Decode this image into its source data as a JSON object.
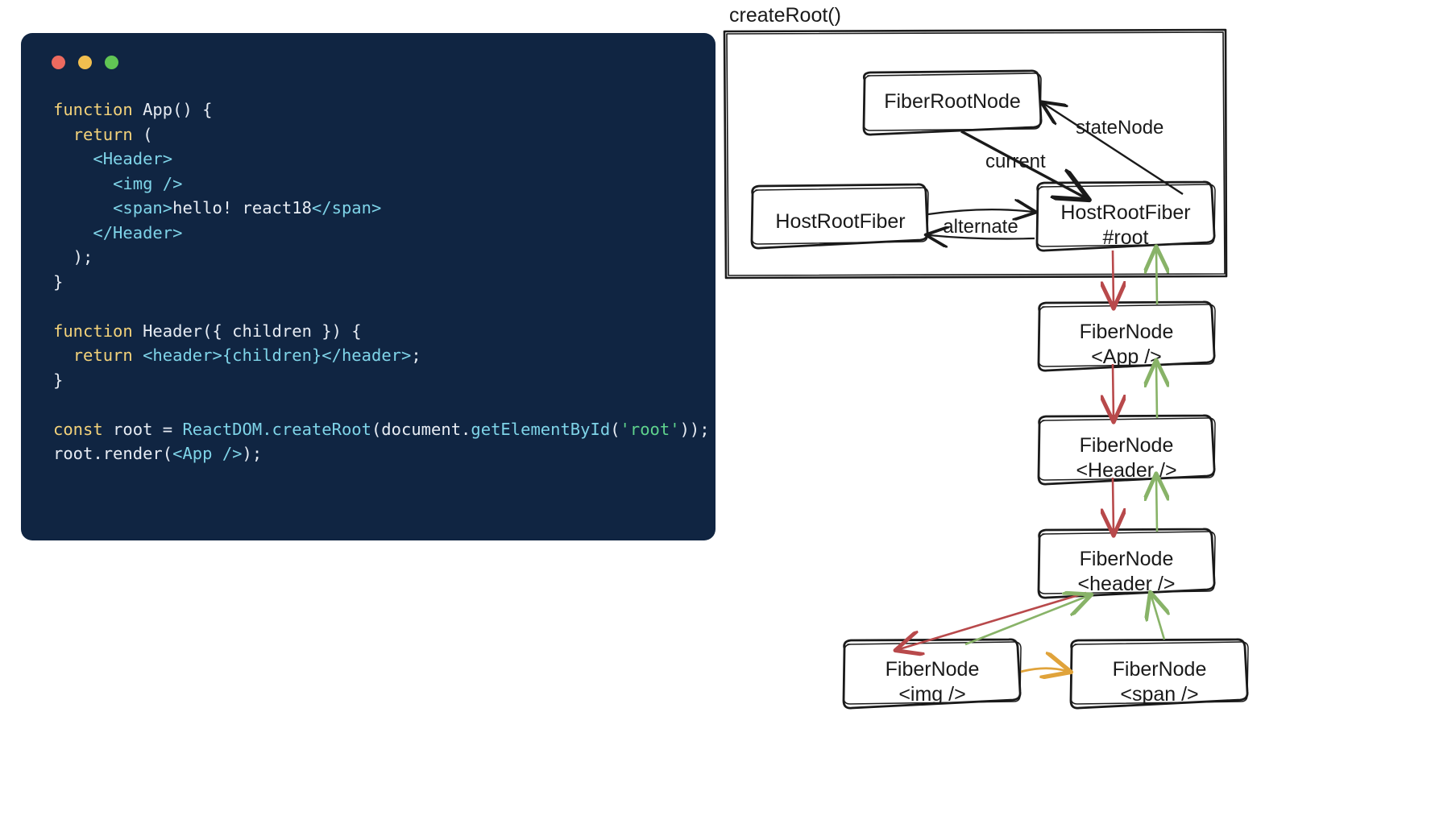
{
  "code_panel": {
    "window_dots": [
      "close-dot",
      "minimize-dot",
      "maximize-dot"
    ],
    "language": "jsx",
    "lines": [
      [
        {
          "t": "function",
          "c": "kw"
        },
        {
          "t": " App() {",
          "c": "plain"
        }
      ],
      [
        {
          "t": "  ",
          "c": "plain"
        },
        {
          "t": "return",
          "c": "kw"
        },
        {
          "t": " (",
          "c": "plain"
        }
      ],
      [
        {
          "t": "    ",
          "c": "plain"
        },
        {
          "t": "<Header>",
          "c": "tag"
        }
      ],
      [
        {
          "t": "      ",
          "c": "plain"
        },
        {
          "t": "<img />",
          "c": "tag"
        }
      ],
      [
        {
          "t": "      ",
          "c": "plain"
        },
        {
          "t": "<span>",
          "c": "tag"
        },
        {
          "t": "hello! react18",
          "c": "plain"
        },
        {
          "t": "</span>",
          "c": "tag"
        }
      ],
      [
        {
          "t": "    ",
          "c": "plain"
        },
        {
          "t": "</Header>",
          "c": "tag"
        }
      ],
      [
        {
          "t": "  );",
          "c": "plain"
        }
      ],
      [
        {
          "t": "}",
          "c": "plain"
        }
      ],
      [],
      [
        {
          "t": "function",
          "c": "kw"
        },
        {
          "t": " Header({ children }) {",
          "c": "plain"
        }
      ],
      [
        {
          "t": "  ",
          "c": "plain"
        },
        {
          "t": "return",
          "c": "kw"
        },
        {
          "t": " ",
          "c": "plain"
        },
        {
          "t": "<header>",
          "c": "tag"
        },
        {
          "t": "{children}",
          "c": "tag"
        },
        {
          "t": "</header>",
          "c": "tag"
        },
        {
          "t": ";",
          "c": "plain"
        }
      ],
      [
        {
          "t": "}",
          "c": "plain"
        }
      ],
      [],
      [
        {
          "t": "const",
          "c": "kw"
        },
        {
          "t": " root = ",
          "c": "plain"
        },
        {
          "t": "ReactDOM.createRoot",
          "c": "fn"
        },
        {
          "t": "(document.",
          "c": "plain"
        },
        {
          "t": "getElementById",
          "c": "fn"
        },
        {
          "t": "(",
          "c": "plain"
        },
        {
          "t": "'root'",
          "c": "str"
        },
        {
          "t": "));",
          "c": "plain"
        }
      ],
      [
        {
          "t": "root.",
          "c": "plain"
        },
        {
          "t": "render",
          "c": "plain"
        },
        {
          "t": "(",
          "c": "plain"
        },
        {
          "t": "<App />",
          "c": "tag"
        },
        {
          "t": ");",
          "c": "plain"
        }
      ]
    ]
  },
  "diagram": {
    "group_label": "createRoot()",
    "nodes": {
      "fiber_root_node": "FiberRootNode",
      "host_root_fiber_alt": "HostRootFiber",
      "host_root_fiber_line1": "HostRootFiber",
      "host_root_fiber_line2": "#root",
      "app_line1": "FiberNode",
      "app_line2": "<App />",
      "header_comp_line1": "FiberNode",
      "header_comp_line2": "<Header />",
      "header_host_line1": "FiberNode",
      "header_host_line2": "<header />",
      "img_line1": "FiberNode",
      "img_line2": "<img />",
      "span_line1": "FiberNode",
      "span_line2": "<span />"
    },
    "edges": {
      "state_node": "stateNode",
      "current": "current",
      "alternate": "alternate"
    },
    "colors": {
      "stroke": "#1a1a1a",
      "child_arrow": "#b8494b",
      "return_arrow": "#88b368",
      "sibling_arrow": "#e0a33b",
      "panel_bg": "#102542"
    }
  }
}
